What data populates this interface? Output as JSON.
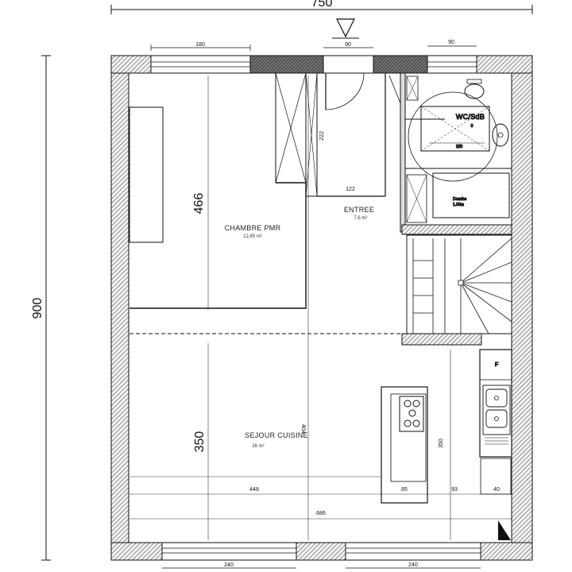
{
  "plan": {
    "overall_width": "750",
    "overall_height": "900",
    "rooms": {
      "chambre_name": "CHAMBRE PMR",
      "chambre_area": "12,65 m²",
      "entree_name": "ENTREE",
      "entree_area": "7,6  m²",
      "wc_name": "WC/SdB",
      "sejour_name": "SEJOUR CUISINE",
      "sejour_area": "26  m²",
      "douche_label": "Douche",
      "douche_size": "1.00m"
    },
    "dims": {
      "top_window_left": "180",
      "top_door": "90",
      "top_window_right": "90",
      "chambre_height": "466",
      "sejour_height": "350",
      "closet_height": "222",
      "closet_width": "122",
      "wc_width": "150",
      "wc_small": "0",
      "island_length": "404",
      "right_height": "350",
      "sejour_width_448": "448",
      "island_width": "85",
      "gap_93": "93",
      "counter_depth": "40",
      "total_686": "686",
      "bottom_window_left": "240",
      "bottom_window_right": "240"
    },
    "fridge_label": "F"
  },
  "colors": {
    "line": "#111111",
    "wall_fill": "#f4f4f4",
    "hatch": "#555555"
  }
}
